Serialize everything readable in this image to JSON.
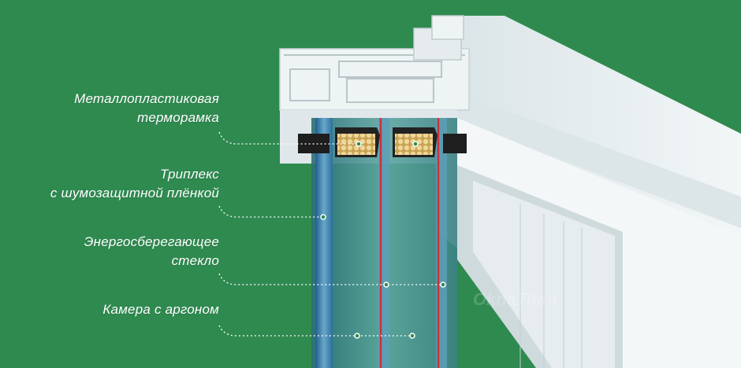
{
  "labels": {
    "spacer": [
      "Металлопластиковая",
      "терморамка"
    ],
    "triplex": [
      "Триплекс",
      "с шумозащитной плёнкой"
    ],
    "energy_glass": [
      "Энергосберегающее",
      "стекло"
    ],
    "argon_chamber": [
      "Камера с аргоном"
    ]
  },
  "watermark": "OknaTitan",
  "colors": {
    "background": "#2f8a50",
    "profile": "#e8eef0",
    "glass": "#4a8f8e",
    "coating_line": "#c8323c",
    "granules": "#e2c27a",
    "leader_line": "#ffffff"
  }
}
